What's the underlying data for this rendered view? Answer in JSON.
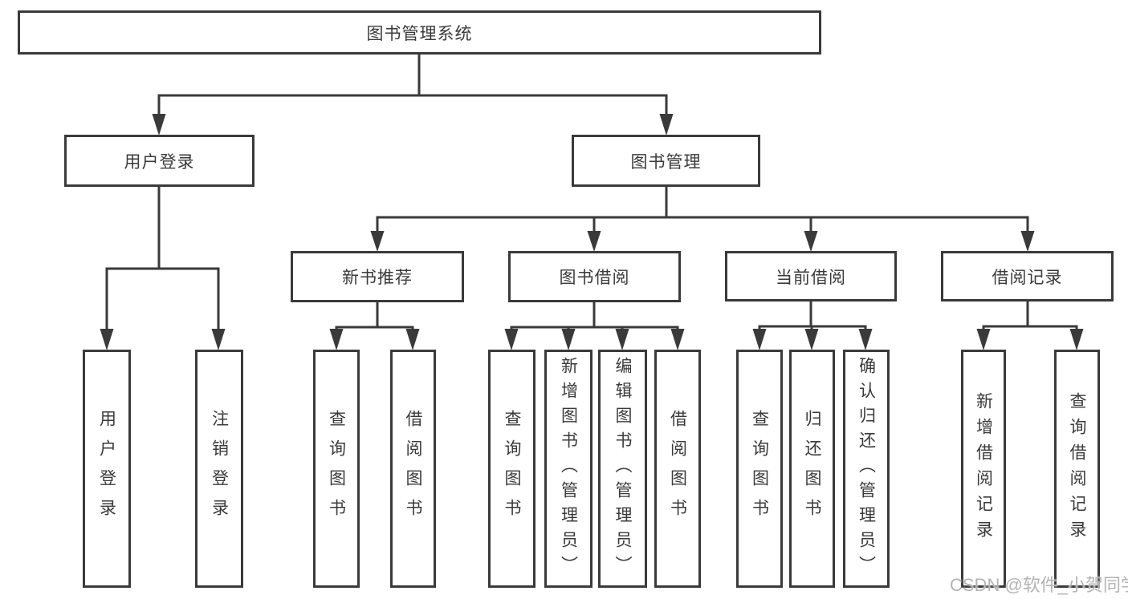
{
  "diagram": {
    "type": "hierarchy",
    "root": {
      "label": "图书管理系统"
    },
    "level2": [
      {
        "label": "用户登录"
      },
      {
        "label": "图书管理"
      }
    ],
    "level3": [
      {
        "label": "新书推荐"
      },
      {
        "label": "图书借阅"
      },
      {
        "label": "当前借阅"
      },
      {
        "label": "借阅记录"
      }
    ],
    "leaves": {
      "user_login": [
        "用户登录",
        "注销登录"
      ],
      "new_book_rec": [
        "查询图书",
        "借阅图书"
      ],
      "book_borrow": [
        "查询图书",
        "新增图书（管理员）",
        "编辑图书（管理员）",
        "借阅图书"
      ],
      "current_borrow": [
        "查询图书",
        "归还图书",
        "确认归还（管理员）"
      ],
      "borrow_record": [
        "新增借阅记录",
        "查询借阅记录"
      ]
    }
  },
  "watermark": {
    "text": "CSDN @软件_小贺同学"
  },
  "colors": {
    "line": "#3a3a3a",
    "box_border": "#3a3a3a",
    "text": "#3a3a3a",
    "background": "#ffffff",
    "watermark": "#b3b3b3"
  }
}
